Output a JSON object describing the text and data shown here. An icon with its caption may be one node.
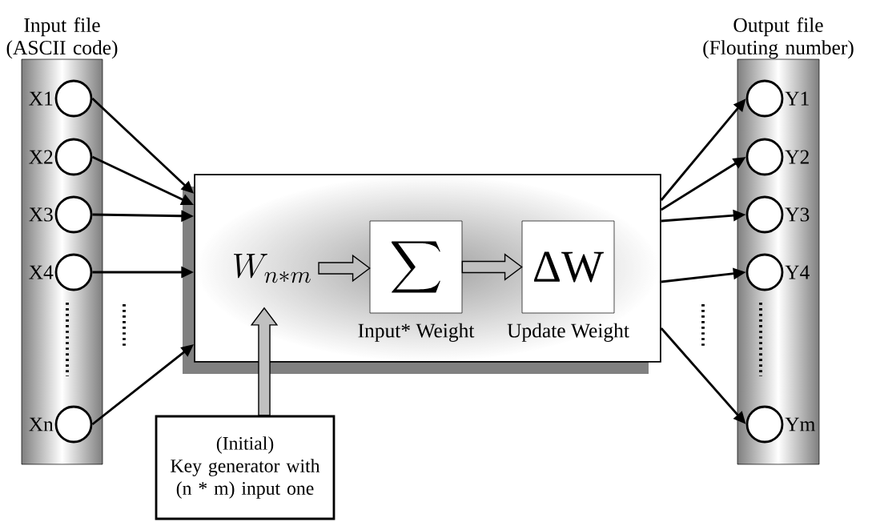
{
  "diagram": {
    "nodes": [
      {
        "text": [
          "Input file (ASCII code)"
        ]
      },
      {
        "text": [
          "X1"
        ],
        "in": 0
      },
      {
        "text": [
          "X2"
        ],
        "in": 0
      },
      {
        "text": [
          "X3"
        ],
        "in": 0
      },
      {
        "text": [
          "X4"
        ],
        "in": 0
      },
      {
        "text": [
          "Xn"
        ],
        "in": 0
      },
      {
        "text": [
          "Output file (Flouting number)"
        ]
      },
      {
        "text": [
          "Y1"
        ],
        "in": 6
      },
      {
        "text": [
          "Y2"
        ],
        "in": 6
      },
      {
        "text": [
          "Y3"
        ],
        "in": 6
      },
      {
        "text": [
          "Y4"
        ],
        "in": 6
      },
      {
        "text": [
          "Ym"
        ],
        "in": 6
      },
      {
        "text": [],
        "shape": "box"
      },
      {
        "text": [
          "W_{n*m}"
        ],
        "in": 12
      },
      {
        "text": [
          "\\sum",
          "Input* Weight"
        ],
        "in": 12
      },
      {
        "text": [
          "ΔW",
          "Update Weight"
        ],
        "in": 12
      },
      {
        "text": [
          "(Initial)",
          "Key generator with (n * m) input one"
        ]
      }
    ],
    "edges": [
      {
        "from": 1,
        "to": 12,
        "arrow": "to"
      },
      {
        "from": 2,
        "to": 12,
        "arrow": "to"
      },
      {
        "from": 3,
        "to": 12,
        "arrow": "to"
      },
      {
        "from": 4,
        "to": 12,
        "arrow": "to"
      },
      {
        "from": 5,
        "to": 12,
        "arrow": "to"
      },
      {
        "from": 12,
        "to": 7,
        "arrow": "to"
      },
      {
        "from": 12,
        "to": 8,
        "arrow": "to"
      },
      {
        "from": 12,
        "to": 9,
        "arrow": "to"
      },
      {
        "from": 12,
        "to": 10,
        "arrow": "to"
      },
      {
        "from": 12,
        "to": 11,
        "arrow": "to"
      },
      {
        "from": 13,
        "to": 14,
        "arrow": "to",
        "color": "#c0c0c0"
      },
      {
        "from": 14,
        "to": 15,
        "arrow": "to",
        "color": "#c0c0c0"
      },
      {
        "from": 16,
        "to": 13,
        "arrow": "to",
        "color": "#c0c0c0"
      }
    ]
  }
}
